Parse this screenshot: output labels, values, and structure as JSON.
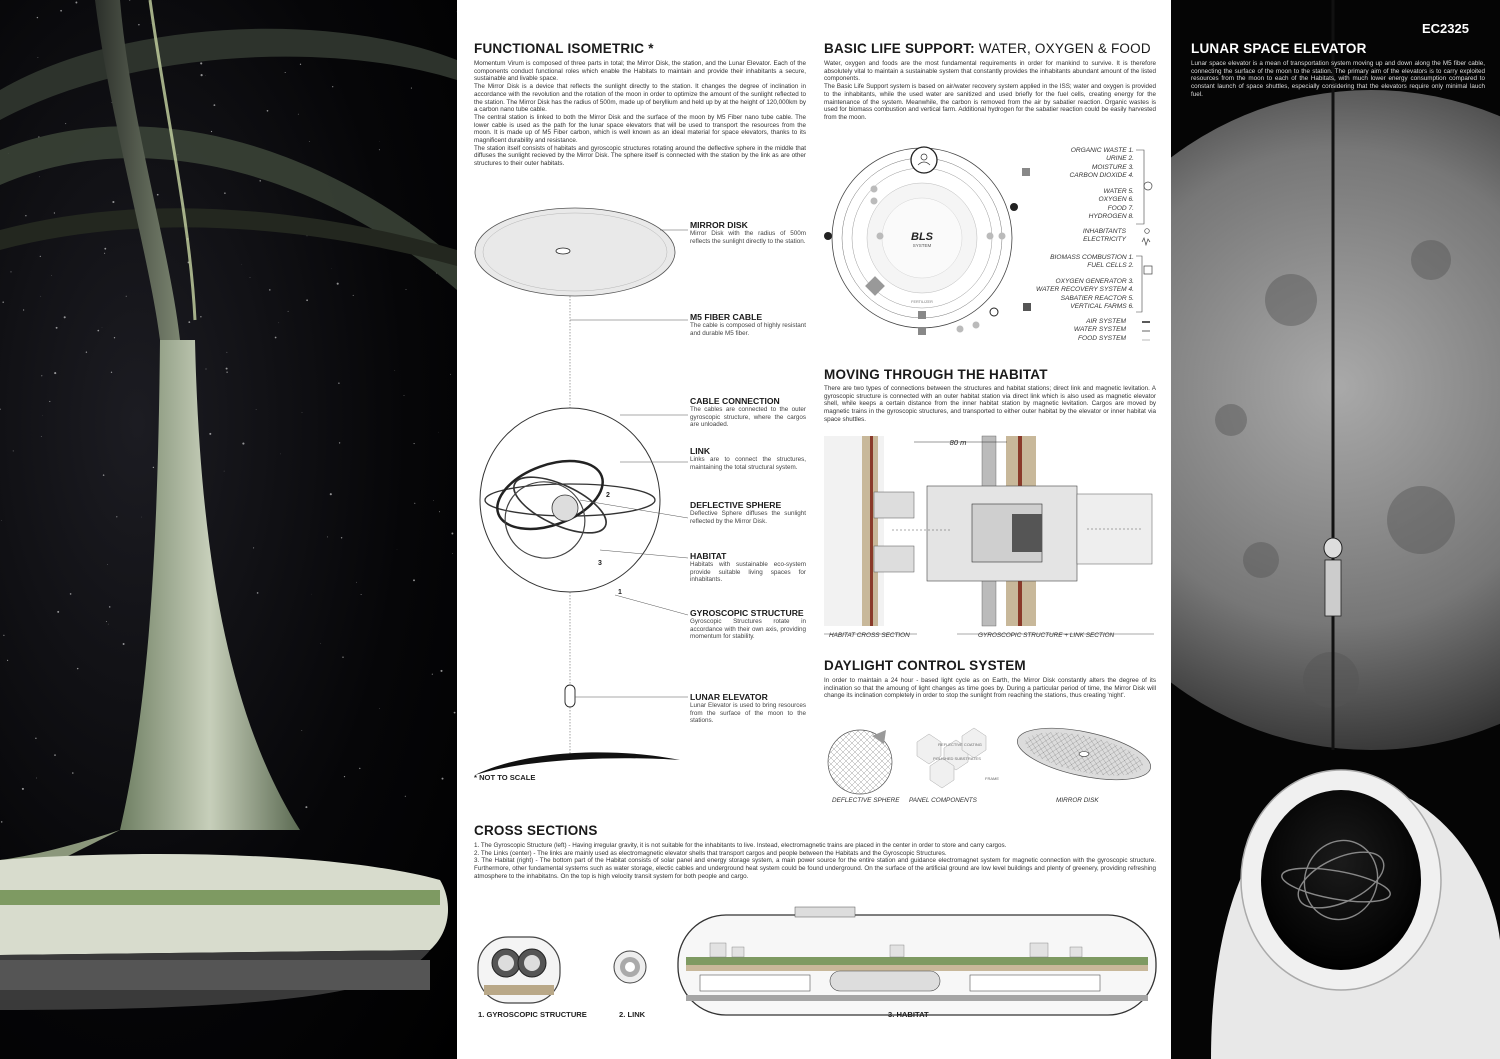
{
  "code": "EC2325",
  "functional": {
    "title": "FUNCTIONAL ISOMETRIC *",
    "paragraphs": [
      "Momentum Virum is composed of three parts in total; the Mirror Disk, the station, and the Lunar Elevator. Each of the components conduct functional roles which enable the Habitats to maintain and provide their inhabitants a secure, sustainable and livable space.",
      "The Mirror Disk is a device that reflects the sunlight directly to the station. It changes the degree of inclination in accordance with the revolution and the rotation of the moon in order to optimize the amount of the sunlight reflected to the station. The Mirror Disk has the radius of 500m, made up of beryllium and held up by at the height of 120,000km by a carbon nano tube cable.",
      "The central station is linked to both the Mirror Disk and the surface of the moon by M5 Fiber nano tube cable. The lower cable is used as the path for the lunar space elevators that will be used to transport the resources from the moon. It is made up of M5 Fiber carbon, which is well known as an ideal material for space elevators, thanks to its magnificent durability and resistance.",
      "The station itself consists of habitats and gyroscopic structures rotating around the deflective sphere in the middle that diffuses the sunlight recieved by the Mirror Disk. The sphere itself is connected with the station by the link as are other structures to their outer habitats."
    ],
    "components": [
      {
        "title": "MIRROR DISK",
        "desc": "Mirror Disk with the radius of 500m reflects the sunlight directly to the station."
      },
      {
        "title": "M5 FIBER CABLE",
        "desc": "The cable is composed of highly resistant and durable M5 fiber."
      },
      {
        "title": "CABLE CONNECTION",
        "desc": "The cables are connected to the outer gyroscopic structure, where the cargos are unloaded."
      },
      {
        "title": "LINK",
        "desc": "Links are to connect the structures, maintaining the total structural system."
      },
      {
        "title": "DEFLECTIVE SPHERE",
        "desc": "Deflective Sphere diffuses the sunlight reflected by the Mirror Disk."
      },
      {
        "title": "HABITAT",
        "desc": "Habitats with sustainable eco-system provide suitable living spaces for inhabitants."
      },
      {
        "title": "GYROSCOPIC STRUCTURE",
        "desc": "Gyroscopic Structures rotate in accordance with their own axis, providing momentum for stability."
      },
      {
        "title": "LUNAR ELEVATOR",
        "desc": "Lunar Elevator is used to bring resources from the surface of the moon to the stations."
      }
    ],
    "diagram_numbers": [
      "1",
      "2",
      "3"
    ],
    "not_to_scale": "* NOT TO SCALE"
  },
  "bls": {
    "title_bold": "BASIC LIFE SUPPORT:",
    "title_light": " WATER, OXYGEN & FOOD",
    "paragraphs": [
      "Water, oxygen and foods are the most fundamental requirements in order for mankind to survive. It is therefore absolutely vital to maintain a sustainable system that constantly provides the inhabitants abundant amount of the listed components.",
      "The Basic Life Support system is based on air/water recovery system applied in the ISS; water and oxygen is provided to the inhabitants, while the used water are sanitized and used briefly for the fuel cells, creating energy for the maintenance of the system. Meanwhile, the carbon is removed from the air by sabatier reaction. Organic wastes is used for biomass combustion and vertical farm. Additional hydrogen for the sabatier reaction could be easily harvested from the moon."
    ],
    "center_label": "BLS",
    "center_sub": "SYSTEM",
    "ring_label": "FERTILIZER",
    "legend_group1": [
      "ORGANIC WASTE 1.",
      "URINE 2.",
      "MOISTURE 3.",
      "CARBON DIOXIDE 4."
    ],
    "legend_group2": [
      "WATER 5.",
      "OXYGEN 6.",
      "FOOD 7.",
      "HYDROGEN 8."
    ],
    "legend_group3": [
      "INHABITANTS",
      "ELECTRICITY"
    ],
    "legend_group4": [
      "BIOMASS COMBUSTION 1.",
      "FUEL CELLS 2."
    ],
    "legend_group5": [
      "OXYGEN GENERATOR 3.",
      "WATER RECOVERY SYSTEM 4.",
      "SABATIER REACTOR 5.",
      "VERTICAL FARMS 6."
    ],
    "legend_group6": [
      "AIR SYSTEM",
      "WATER SYSTEM",
      "FOOD SYSTEM"
    ]
  },
  "moving": {
    "title": "MOVING THROUGH THE HABITAT",
    "paragraph": "There are two types of connections between the structures and habitat stations; direct link and magnetic levitation. A gyroscopic structure is connected with an outer habitat station via direct link which is also used as magnetic elevator shell, while keeps a certain distance from the inner habitat station by magnetic levitation. Cargos are moved by magnetic trains in the gyroscopic structures, and transported to either outer habitat by the elevator or inner habitat via space shuttles.",
    "dimension": "80 m",
    "cap_left": "HABITAT CROSS SECTION",
    "cap_right": "GYROSCOPIC STRUCTURE + LINK SECTION"
  },
  "daylight": {
    "title": "DAYLIGHT CONTROL SYSTEM",
    "paragraph": "In order to maintain a 24 hour - based light cycle as on Earth, the Mirror Disk constantly alters the degree of its inclination so that the amoung of light changes as time goes by. During a particular period of time, the Mirror Disk will change its inclination completely in order to stop the sunlight from reaching the stations, thus creating 'night'.",
    "panel_labels": [
      "REFLECTIVE COATING",
      "POLISHED SUBSTRATES",
      "FRAME"
    ],
    "captions": [
      "DEFLECTIVE SPHERE",
      "PANEL COMPONENTS",
      "MIRROR DISK"
    ]
  },
  "cross": {
    "title": "CROSS SECTIONS",
    "paragraphs": [
      "1. The Gyroscopic Structure (left) - Having irregular gravity, it is not suitable for the inhabitants to live. Instead, electromagnetic trains are placed in the center in order to store and carry cargos.",
      "2. The Links (center) - The links are mainly used as electromagnetic elevator shells that transport cargos and people between the Habitats and the Gyroscopic Structures.",
      "3. The Habitat (right) - The bottom part of the Habitat consists of solar panel and energy storage system, a main power source for the entire station and guidance electromagnet system for magnetic connection with the gyroscopic structure. Furthermore, other fundamental systems such as water storage, electic cables and underground heat system could be found underground. On the surface of the artificial ground are low level buildings and plenty of greenery, providing refreshing atmosphere to the inhabitatns. On the top is high velocity transit system for both people and cargo."
    ],
    "labels": [
      "1. GYROSCOPIC STRUCTURE",
      "2. LINK",
      "3. HABITAT"
    ]
  },
  "elevator": {
    "title": "LUNAR SPACE ELEVATOR",
    "paragraph": "Lunar space elevator is a mean of transportation system moving up and down along the M5 fiber cable, connecting the surface of the moon to the station. The primary aim of the elevators is to carry exploited resources from the moon to each of the Habitats, with much lower energy consumption compared to constant launch of space shuttles, especially considering that the elevators require only minimal lauch fuel."
  },
  "colors": {
    "accent": "#1a1a1a",
    "sheet": "#ffffff",
    "space": "#050505"
  }
}
